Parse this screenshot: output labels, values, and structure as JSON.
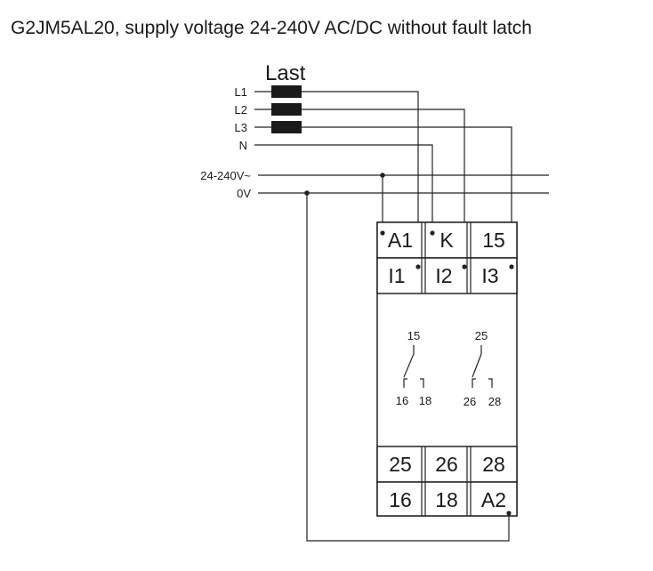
{
  "title": "G2JM5AL20, supply voltage 24-240V AC/DC without fault latch",
  "load_label": "Last",
  "lines": {
    "l1": "L1",
    "l2": "L2",
    "l3": "L3",
    "n": "N",
    "supply": "24-240V~",
    "zero": "0V"
  },
  "terminals": {
    "top_row": [
      "A1",
      "K",
      "15"
    ],
    "second_row": [
      "I1",
      "I2",
      "I3"
    ],
    "lower_row": [
      "25",
      "26",
      "28"
    ],
    "bottom_row": [
      "16",
      "18",
      "A2"
    ]
  },
  "contacts": {
    "c1": {
      "common": "15",
      "nc": "16",
      "no": "18"
    },
    "c2": {
      "common": "25",
      "nc": "26",
      "no": "28"
    }
  }
}
